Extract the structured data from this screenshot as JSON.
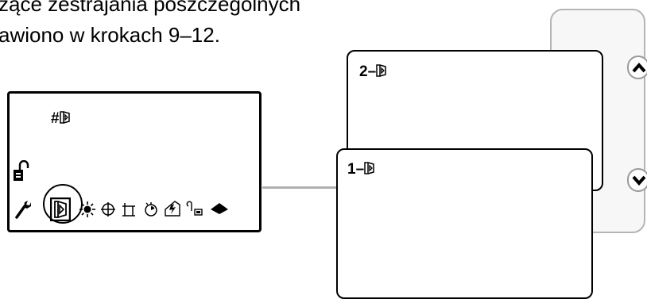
{
  "text": {
    "line1": "żące zestrajania poszczególnych",
    "line2": "awiono w krokach 9–12."
  },
  "camera_screen": {
    "label": "#▢"
  },
  "screen_back": {
    "label": "2–"
  },
  "screen_front": {
    "label": "1–"
  },
  "icons": {
    "lock": "padlock-open-icon",
    "menu": [
      "wrench-icon",
      "af-fine-tune-icon",
      "sun-icon",
      "crosshair-icon",
      "frame-icon",
      "timer-icon",
      "flash-icon",
      "key-icon",
      "sensor-icon"
    ],
    "nav_up": "chevron-up-icon",
    "nav_down": "chevron-down-icon"
  },
  "colors": {
    "panel_border": "#b5b5b5",
    "connector": "#b0b0b0"
  }
}
